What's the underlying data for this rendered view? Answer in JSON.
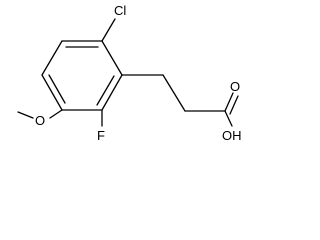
{
  "molecule": {
    "atoms": {
      "chlorine": "Cl",
      "fluorine": "F",
      "methoxy_oxygen": "O",
      "hydroxyl": "OH",
      "carbonyl_oxygen": "O"
    }
  },
  "colors": {
    "bond": "#000000",
    "text": "#000000",
    "background": "#ffffff"
  }
}
